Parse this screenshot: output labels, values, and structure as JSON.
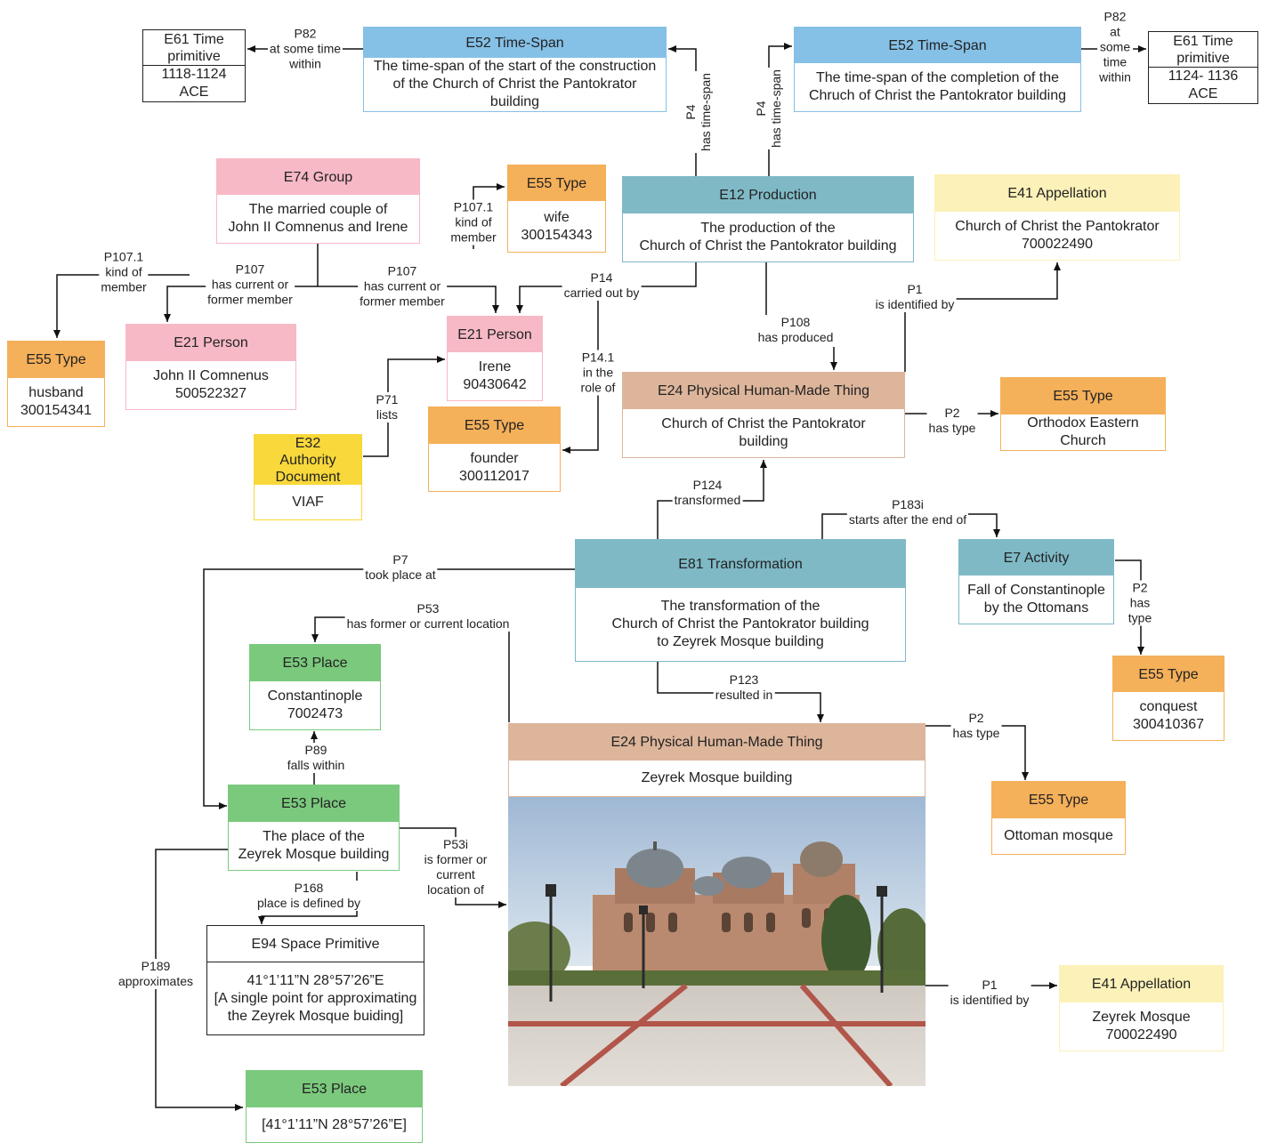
{
  "colors": {
    "blue": "#7fb9c6",
    "lightblue": "#85c0e6",
    "pink": "#f7b9c6",
    "orange": "#f5b05a",
    "yellow": "#fcf1b8",
    "gold": "#f8d83a",
    "green": "#7bc97d",
    "tan": "#ddb59b"
  },
  "nodes": {
    "e61a": {
      "hd": "E61 Time\nprimitive",
      "bd": "1118-1124 ACE"
    },
    "e52a": {
      "hd": "E52 Time-Span",
      "bd": "The time-span of the start of the construction\nof the Church of Christ the Pantokrator building"
    },
    "e52b": {
      "hd": "E52 Time-Span",
      "bd": "The time-span of the completion of the\nChruch of Christ the Pantokrator building"
    },
    "e61b": {
      "hd": "E61 Time\nprimitive",
      "bd": "1124- 1136 ACE"
    },
    "e74": {
      "hd": "E74 Group",
      "bd": "The married couple of\nJohn II Comnenus and Irene"
    },
    "e55wife": {
      "hd": "E55 Type",
      "bd": "wife\n300154343"
    },
    "e12": {
      "hd": "E12 Production",
      "bd": "The production of the\nChurch of Christ the Pantokrator building"
    },
    "e41a": {
      "hd": "E41 Appellation",
      "bd": "Church of Christ the Pantokrator\n700022490"
    },
    "e55husband": {
      "hd": "E55 Type",
      "bd": "husband\n300154341"
    },
    "e21john": {
      "hd": "E21 Person",
      "bd": "John II Comnenus\n500522327"
    },
    "e21irene": {
      "hd": "E21 Person",
      "bd": "Irene\n90430642"
    },
    "e24church": {
      "hd": "E24 Physical Human-Made Thing",
      "bd": "Church of Christ the Pantokrator\nbuilding"
    },
    "e55orth": {
      "hd": "E55 Type",
      "bd": "Orthodox Eastern Church"
    },
    "e32": {
      "hd": "E32\nAuthority\nDocument",
      "bd": "VIAF"
    },
    "e55founder": {
      "hd": "E55 Type",
      "bd": "founder\n300112017"
    },
    "e81": {
      "hd": "E81 Transformation",
      "bd": "The transformation of the\nChurch of Christ the Pantokrator building\nto Zeyrek Mosque building"
    },
    "e7": {
      "hd": "E7 Activity",
      "bd": "Fall of Constantinople\nby the Ottomans"
    },
    "e53const": {
      "hd": "E53 Place",
      "bd": "Constantinople\n7002473"
    },
    "e55conquest": {
      "hd": "E55 Type",
      "bd": "conquest\n300410367"
    },
    "e24mosque": {
      "hd": "E24 Physical Human-Made Thing",
      "bd": "Zeyrek Mosque building"
    },
    "e55ottoman": {
      "hd": "E55 Type",
      "bd": "Ottoman mosque"
    },
    "e53place": {
      "hd": "E53 Place",
      "bd": "The place of the\nZeyrek Mosque building"
    },
    "e94": {
      "hd": "E94 Space Primitive",
      "bd": "41°1’11”N 28°57’26”E\n[A single point for approximating\nthe Zeyrek Mosque buiding]"
    },
    "e41b": {
      "hd": "E41 Appellation",
      "bd": "Zeyrek Mosque\n700022490"
    },
    "e53coord": {
      "hd": "E53 Place",
      "bd": "[41°1’11”N 28°57’26”E]"
    }
  },
  "edges": {
    "p82a": "P82\nat some time\nwithin",
    "p82b": "P82\nat\nsome\ntime\nwithin",
    "p4a": "P4\nhas time-span",
    "p4b": "P4\nhas time-span",
    "p1071a": "P107.1\nkind of\nmember",
    "p1071b": "P107.1\nkind of\nmember",
    "p107a": "P107\nhas current or\nformer member",
    "p107b": "P107\nhas current or\nformer member",
    "p14": "P14\ncarried out by",
    "p141": "P14.1\nin the\nrole of",
    "p108": "P108\nhas produced",
    "p1a": "P1\nis identified by",
    "p2a": "P2\nhas type",
    "p71": "P71\nlists",
    "p124": "P124\ntransformed",
    "p183i": "P183i\nstarts after the end of",
    "p7": "P7\ntook place at",
    "p53": "P53\nhas former or current location",
    "p2b": "P2\nhas\ntype",
    "p123": "P123\nresulted in",
    "p2c": "P2\nhas type",
    "p89": "P89\nfalls within",
    "p53i": "P53i\nis former or\ncurrent\nlocation of",
    "p168": "P168\nplace is defined by",
    "p189": "P189\napproximates",
    "p1b": "P1\nis identified by"
  }
}
